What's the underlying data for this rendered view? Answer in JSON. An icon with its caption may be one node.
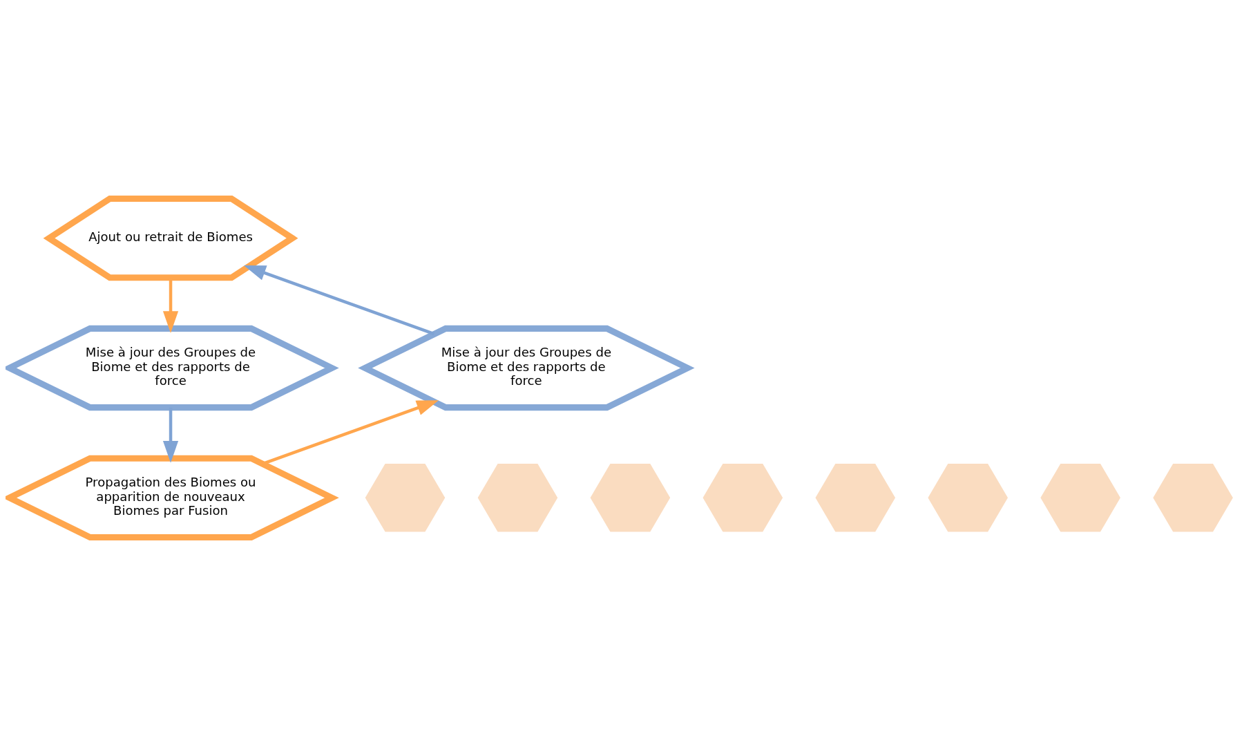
{
  "diagram": {
    "nodes": [
      {
        "text": [
          "Ajout ou retrait de Biomes"
        ]
      },
      {
        "text": [
          "Mise à jour des Groupes de Biome et des rapports de force"
        ]
      },
      {
        "text": [
          "Mise à jour des Groupes de Biome et des rapports de force"
        ]
      },
      {
        "text": [
          "Propagation des Biomes ou apparition de nouveaux Biomes par Fusion"
        ]
      },
      {
        "text": [],
        "shape": "hexagon"
      },
      {
        "text": [],
        "shape": "hexagon"
      },
      {
        "text": [],
        "shape": "hexagon"
      },
      {
        "text": [],
        "shape": "hexagon"
      },
      {
        "text": [],
        "shape": "hexagon"
      },
      {
        "text": [],
        "shape": "hexagon"
      },
      {
        "text": [],
        "shape": "hexagon"
      },
      {
        "text": [],
        "shape": "hexagon"
      }
    ],
    "edges": [
      {
        "from": 0,
        "to": 2,
        "arrow": "to",
        "color": "#ffa64d"
      },
      {
        "from": 2,
        "to": 3,
        "arrow": "to",
        "color": "#7fa3d4"
      },
      {
        "from": 3,
        "to": 1,
        "arrow": "to",
        "color": "#ffa64d"
      },
      {
        "from": 1,
        "to": 0,
        "arrow": "to",
        "color": "#7fa3d4"
      }
    ]
  }
}
